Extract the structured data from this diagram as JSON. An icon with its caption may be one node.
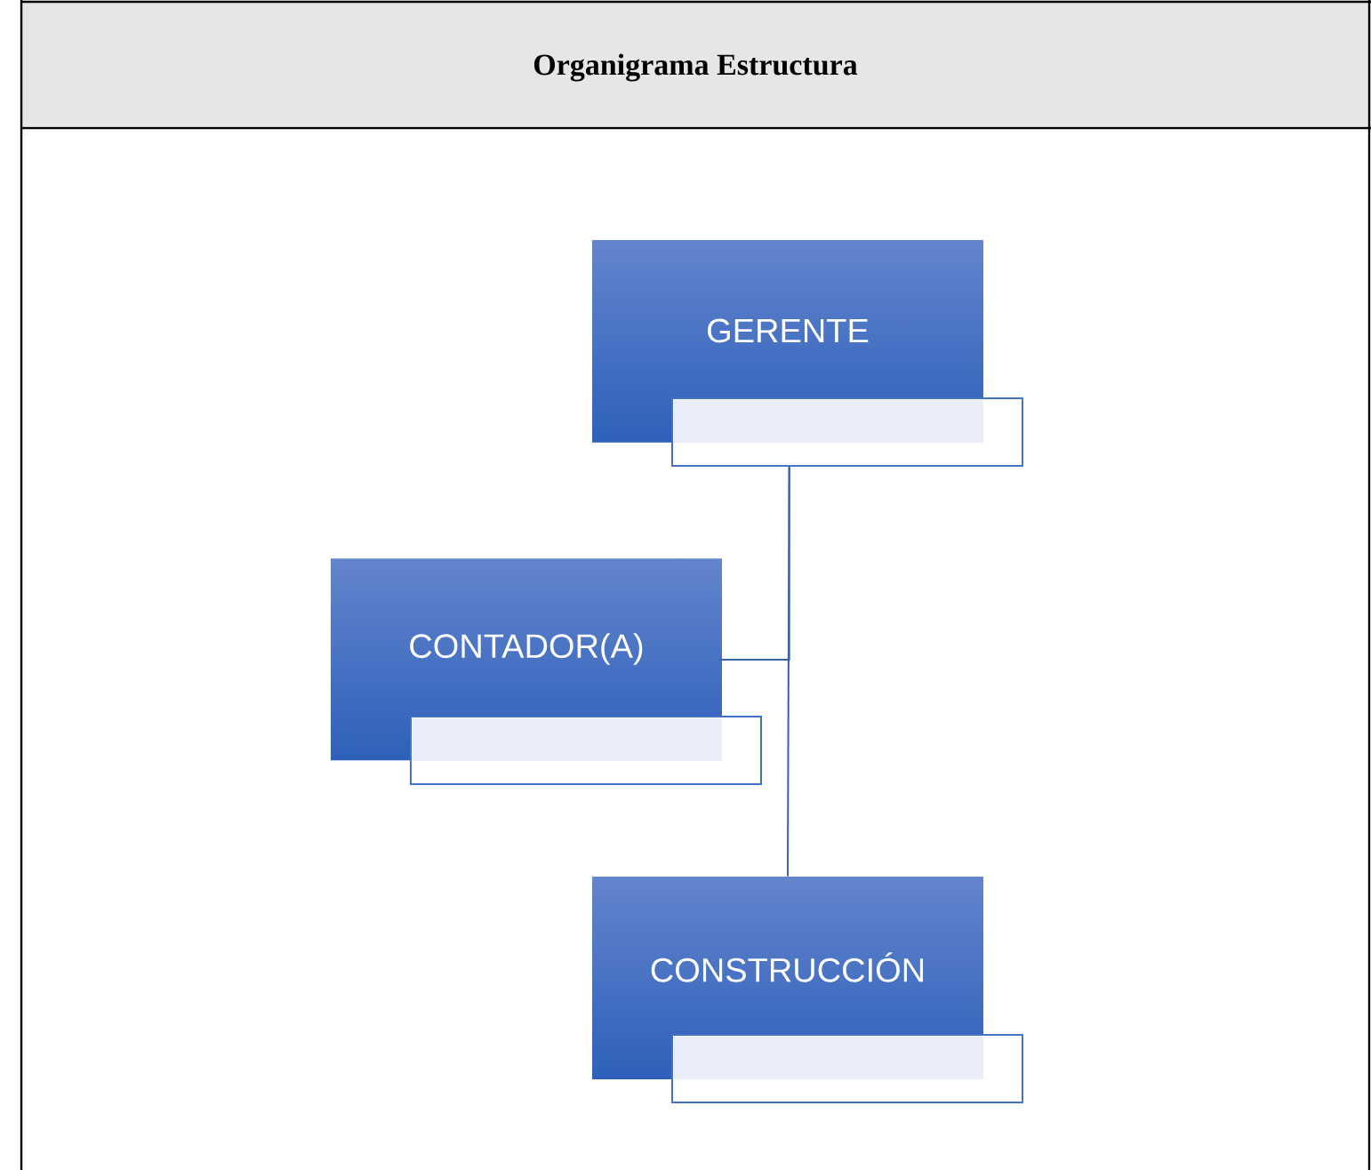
{
  "diagram": {
    "title": "Organigrama Estructura",
    "nodes": [
      {
        "text": [
          "GERENTE"
        ]
      },
      {
        "text": [],
        "shape": "box"
      },
      {
        "text": [
          "CONTADOR(A)"
        ]
      },
      {
        "text": [],
        "shape": "box"
      },
      {
        "text": [
          "CONSTRUCCIÓN"
        ]
      },
      {
        "text": [],
        "shape": "box"
      }
    ],
    "edges": [
      {
        "from": 1,
        "to": 2,
        "arrow": "none"
      },
      {
        "from": 1,
        "to": 4,
        "arrow": "none"
      }
    ]
  }
}
